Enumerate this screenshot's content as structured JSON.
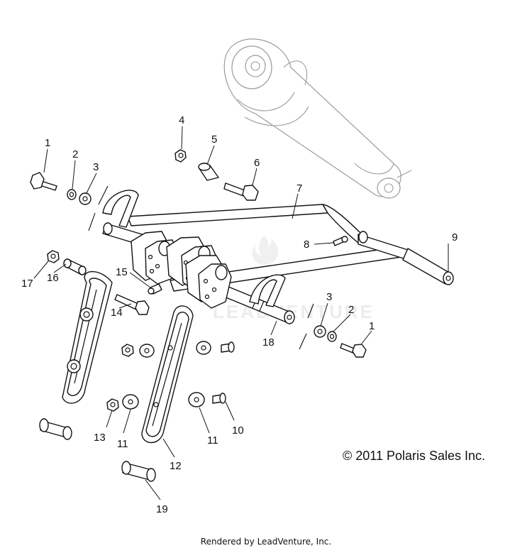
{
  "copyright": "© 2011 Polaris Sales Inc.",
  "footer": "Rendered by LeadVenture, Inc.",
  "watermark": "LEADVENTURE",
  "callouts": [
    {
      "id": "c1a",
      "label": "1"
    },
    {
      "id": "c2a",
      "label": "2"
    },
    {
      "id": "c3a",
      "label": "3"
    },
    {
      "id": "c4",
      "label": "4"
    },
    {
      "id": "c5",
      "label": "5"
    },
    {
      "id": "c6",
      "label": "6"
    },
    {
      "id": "c7",
      "label": "7"
    },
    {
      "id": "c8",
      "label": "8"
    },
    {
      "id": "c9",
      "label": "9"
    },
    {
      "id": "c3b",
      "label": "3"
    },
    {
      "id": "c2b",
      "label": "2"
    },
    {
      "id": "c1b",
      "label": "1"
    },
    {
      "id": "c17",
      "label": "17"
    },
    {
      "id": "c16",
      "label": "16"
    },
    {
      "id": "c15",
      "label": "15"
    },
    {
      "id": "c14",
      "label": "14"
    },
    {
      "id": "c18",
      "label": "18"
    },
    {
      "id": "c13",
      "label": "13"
    },
    {
      "id": "c11a",
      "label": "11"
    },
    {
      "id": "c11b",
      "label": "11"
    },
    {
      "id": "c10",
      "label": "10"
    },
    {
      "id": "c12",
      "label": "12"
    },
    {
      "id": "c19",
      "label": "19"
    }
  ]
}
